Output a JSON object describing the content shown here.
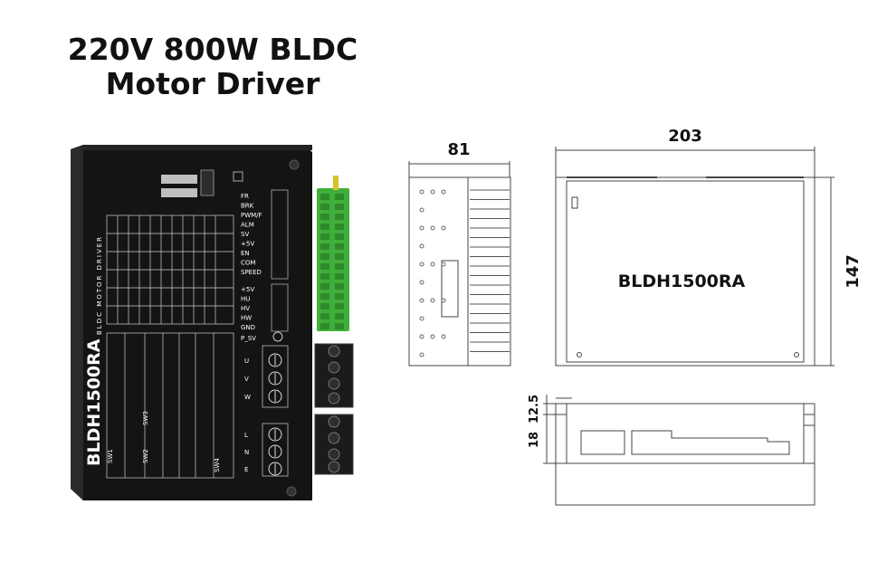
{
  "title": {
    "line1": "220V 800W BLDC",
    "line2": "Motor Driver"
  },
  "product": {
    "model_label": "BLDH1500RA",
    "board_text": "BLDC MOTOR DRIVER",
    "signal_labels": [
      "FR",
      "BRK",
      "PWM/F",
      "ALM",
      "SV",
      "+5V",
      "EN",
      "COM",
      "SPEED"
    ],
    "hall_labels": [
      "+5V",
      "HU",
      "HV",
      "HW",
      "GND"
    ],
    "psv_label": "P_SV",
    "motor_labels": [
      "U",
      "V",
      "W"
    ],
    "power_labels": [
      "L",
      "N",
      "E"
    ],
    "switch_labels": [
      "SW1",
      "SW2",
      "SW3",
      "SW4"
    ],
    "colors": {
      "body": "#141414",
      "terminal_green": "#3fae3a",
      "terminal_black": "#1b1b1b"
    }
  },
  "dimensions": {
    "side_width": "81",
    "front_width": "203",
    "front_height": "147",
    "mount_offset": "12.5",
    "mount_height": "18",
    "front_model_label": "BLDH1500RA"
  }
}
